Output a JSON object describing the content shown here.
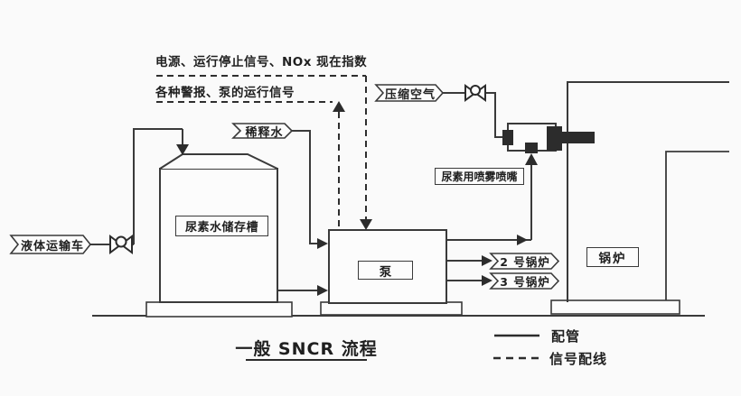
{
  "title": "一般 SNCR 流程",
  "signals": {
    "line1": "电源、运行停止信号、NOx 现在指数",
    "line2": "各种警报、泵的运行信号"
  },
  "tags": {
    "truck": "液体运输车",
    "dilution_water": "稀释水",
    "compressed_air": "压缩空气",
    "boiler2": "2 号锅炉",
    "boiler3": "3 号锅炉"
  },
  "equipment": {
    "tank": "尿素水储存槽",
    "pump": "泵",
    "nozzle": "尿素用喷雾喷嘴",
    "boiler": "锅炉"
  },
  "legend": {
    "pipe": "配管",
    "signal": "信号配线"
  },
  "colors": {
    "line": "#3a3a3a",
    "text": "#1f1f1f",
    "background": "#fafafa"
  }
}
